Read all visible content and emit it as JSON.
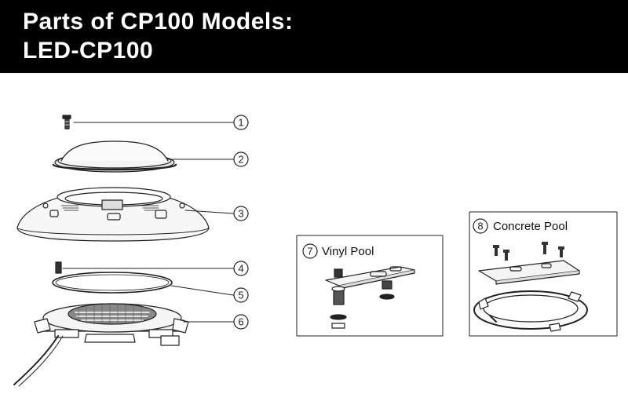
{
  "header": {
    "title_line1": "Parts of CP100 Models:",
    "title_line2": "LED-CP100"
  },
  "colors": {
    "header_bg": "#000000",
    "header_text": "#ffffff",
    "line": "#222222"
  },
  "callouts": [
    "1",
    "2",
    "3",
    "4",
    "5",
    "6"
  ],
  "insets": {
    "vinyl": {
      "number": "7",
      "label": "Vinyl Pool"
    },
    "concrete": {
      "number": "8",
      "label": "Concrete Pool"
    }
  }
}
